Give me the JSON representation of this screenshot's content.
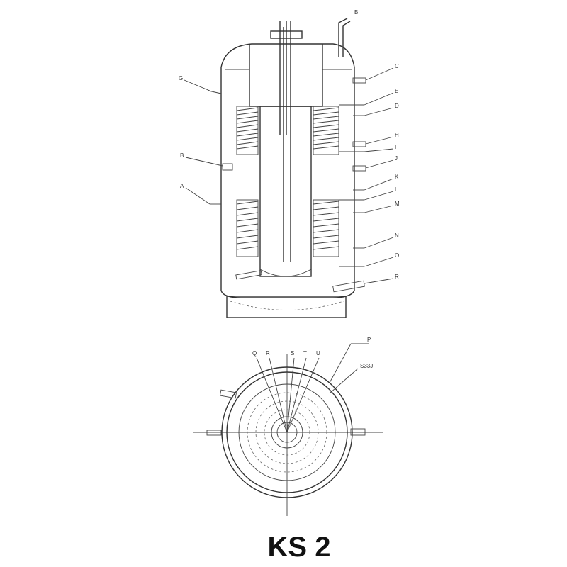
{
  "title": "KS 2",
  "side_labels_right": [
    "B",
    "C",
    "E",
    "D",
    "H",
    "I",
    "J",
    "K",
    "L",
    "M",
    "N",
    "O",
    "R"
  ],
  "side_labels_left": [
    "G",
    "B",
    "A"
  ],
  "top_labels": [
    "Q",
    "R",
    "S",
    "T",
    "U"
  ],
  "top_right_labels": [
    "P",
    "S33J"
  ]
}
